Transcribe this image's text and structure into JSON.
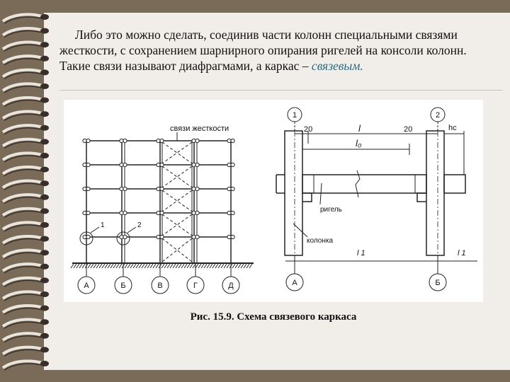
{
  "slide": {
    "paragraph": "Либо это можно сделать, соединив части колонн специальными связями жесткости, с сохранением шарнирного опирания ригелей на консоли колонн. Такие связи называют диафрагмами, а каркас –",
    "highlight": "связевым.",
    "highlight_color": "#2b6a85"
  },
  "figure": {
    "left": {
      "title": "связи жесткости",
      "markers": [
        "1",
        "2"
      ],
      "axes": [
        "А",
        "Б",
        "В",
        "Г",
        "Д"
      ]
    },
    "right": {
      "top_axes": [
        "1",
        "2"
      ],
      "dim_left": "20",
      "dim_right": "20",
      "span": "l",
      "clear_span": "l₀",
      "hc": "hс",
      "beam_label": "ригель",
      "column_label": "колонка",
      "l1_left": "l 1",
      "l1_right": "l 1",
      "bottom_axes": [
        "А",
        "Б"
      ]
    },
    "caption": "Рис. 15.9. Схема связевого каркаса"
  }
}
